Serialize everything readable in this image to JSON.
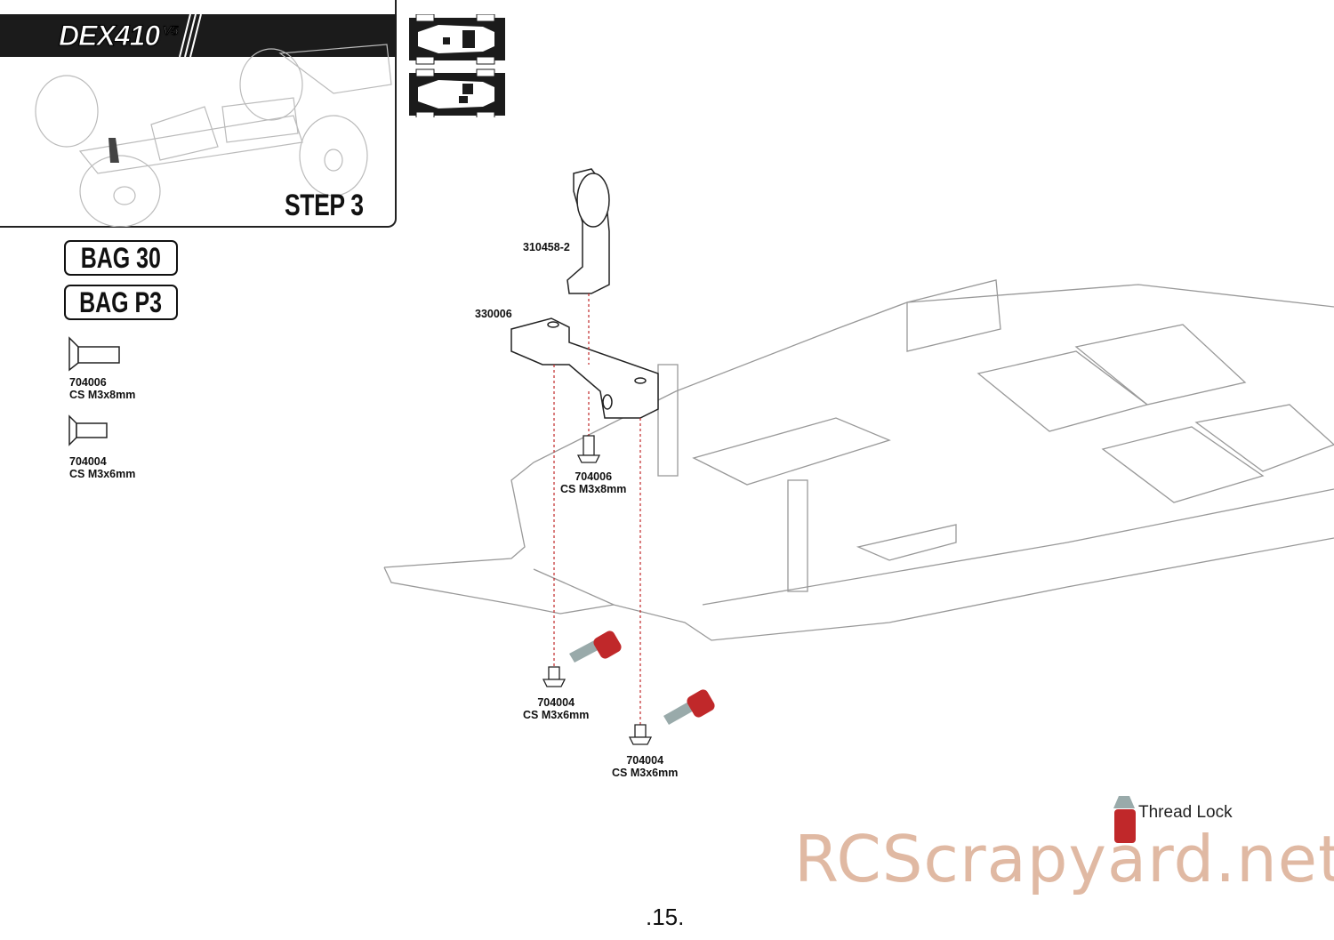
{
  "header": {
    "brand": "DEX410",
    "brand_version": "V5",
    "step": "STEP 3"
  },
  "bags": [
    "BAG 30",
    "BAG P3"
  ],
  "parts_legend": [
    {
      "number": "704006",
      "desc": "CS M3x8mm"
    },
    {
      "number": "704004",
      "desc": "CS M3x6mm"
    }
  ],
  "callouts": {
    "mount": "310458-2",
    "bracket": "330006",
    "screw_top": {
      "number": "704006",
      "desc": "CS M3x8mm"
    },
    "screw_left": {
      "number": "704004",
      "desc": "CS M3x6mm"
    },
    "screw_right": {
      "number": "704004",
      "desc": "CS M3x6mm"
    }
  },
  "thread_lock_label": "Thread Lock",
  "watermark": "RCScrapyard.net",
  "page_number": ".15.",
  "colors": {
    "threadlock_red": "#c0282a",
    "watermark": "#e0b9a3"
  }
}
